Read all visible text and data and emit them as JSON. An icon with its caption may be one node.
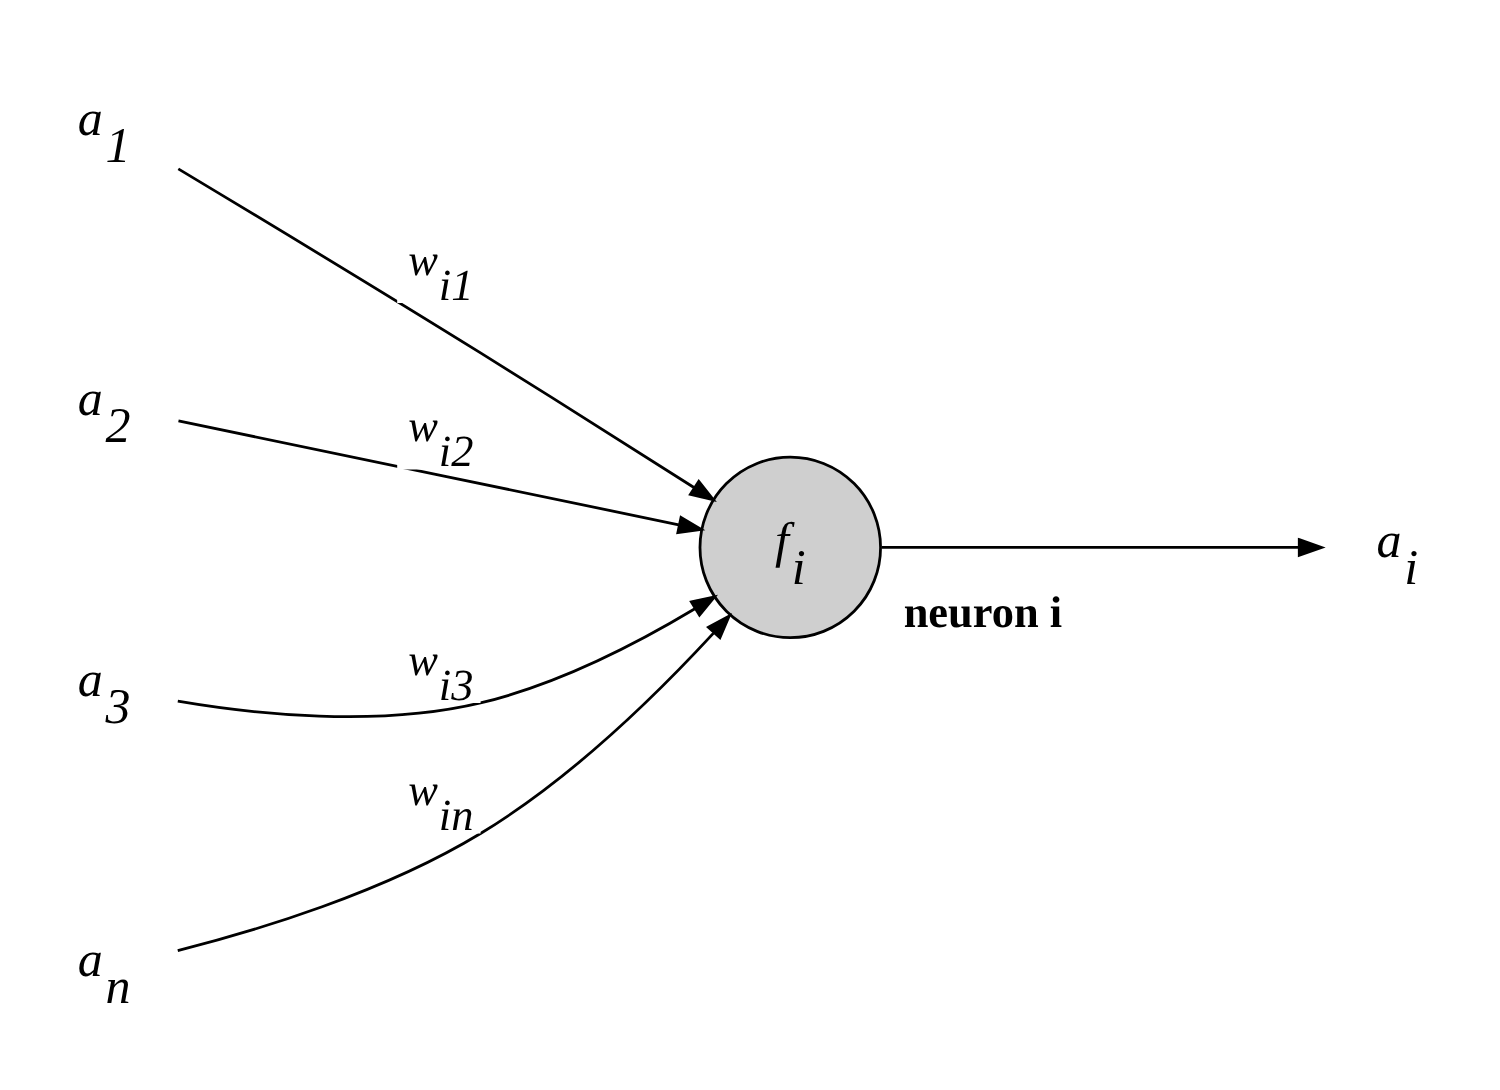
{
  "diagram": {
    "nodes": [
      {
        "text": [
          "a$_{1}$"
        ]
      },
      {
        "text": [
          "a$_{2}$"
        ]
      },
      {
        "text": [
          "a$_{3}$"
        ]
      },
      {
        "text": [
          "a$_{n}$"
        ]
      },
      {
        "text": [
          "f$_{i}$"
        ],
        "beside": [
          "neuron i"
        ]
      },
      {
        "text": [
          "a$_{i}$"
        ]
      }
    ],
    "edges": [
      {
        "from": 0,
        "to": 4,
        "arrow": "to",
        "label": "w$_{i1}$"
      },
      {
        "from": 1,
        "to": 4,
        "arrow": "to",
        "label": "w$_{i2}$"
      },
      {
        "from": 2,
        "to": 4,
        "arrow": "to",
        "label": "w$_{i3}$"
      },
      {
        "from": 3,
        "to": 4,
        "arrow": "to",
        "label": "w$_{in}$"
      },
      {
        "from": 4,
        "to": 5,
        "arrow": "to"
      }
    ]
  }
}
